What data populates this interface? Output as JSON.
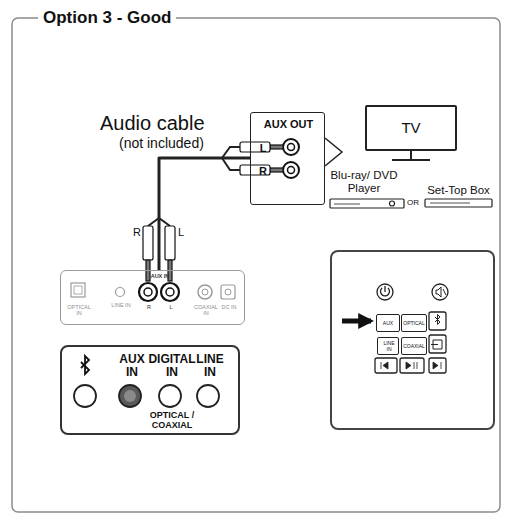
{
  "diagram": {
    "title": "Option 3 - Good",
    "nodes": [
      {
        "text": [
          "AUX OUT",
          "L",
          "R"
        ]
      },
      {
        "text": [
          "TV"
        ]
      },
      {
        "text": [
          "Blu-ray/ DVD Player"
        ]
      },
      {
        "text": [
          "Set-Top Box"
        ]
      },
      {
        "text": [
          "OPTICAL IN",
          "LINE IN",
          "AUX IN",
          "R",
          "L",
          "COAXIAL IN",
          "DC IN"
        ]
      },
      {
        "text": [
          "AUX IN",
          "DIGITAL IN",
          "LINE IN",
          "OPTICAL / COAXIAL"
        ]
      },
      {
        "text": []
      },
      {
        "text": [
          "AUX"
        ],
        "in": 6
      },
      {
        "text": [
          "OPTICAL"
        ],
        "in": 6
      },
      {
        "text": [
          "LINE IN"
        ],
        "in": 6
      },
      {
        "text": [
          "COAXIAL"
        ],
        "in": 6
      }
    ],
    "edges": [
      {
        "from": 0,
        "to": 4,
        "arrow": "none"
      }
    ],
    "labels": [
      "Audio cable",
      "(not included)",
      "R",
      "L",
      "OR"
    ]
  }
}
